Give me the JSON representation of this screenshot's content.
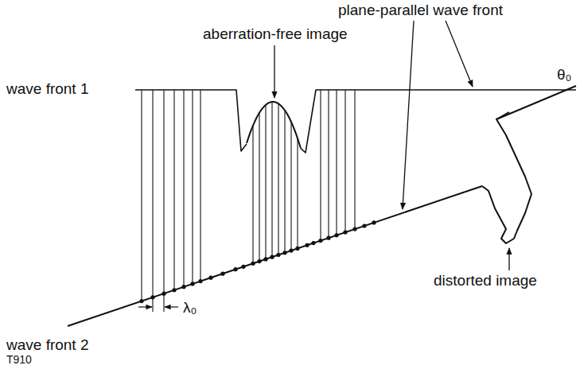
{
  "diagram": {
    "labels": [
      "plane-parallel wave front",
      "wave front 1",
      "aberration-free image",
      "θ₀",
      "λ₀",
      "distorted image",
      "wave front 2",
      "T910"
    ]
  }
}
